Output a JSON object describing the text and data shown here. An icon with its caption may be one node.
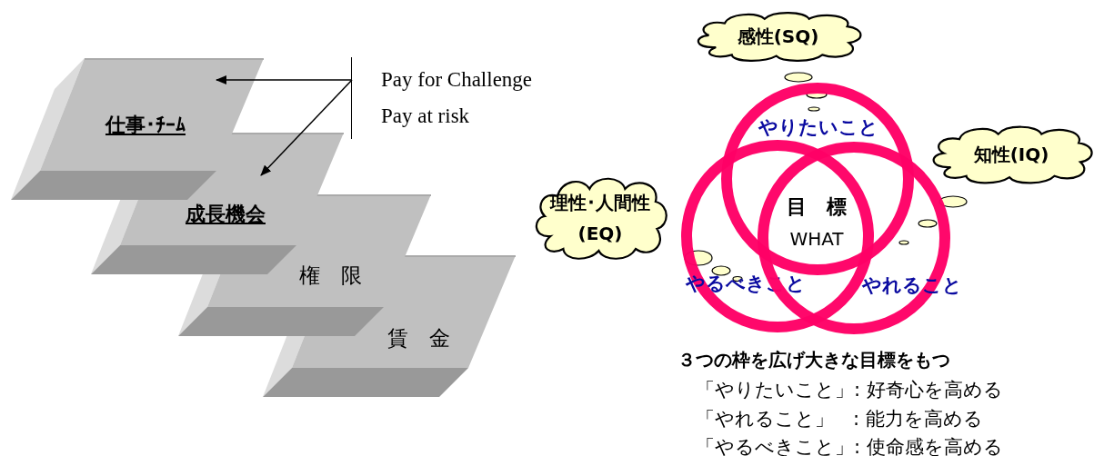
{
  "diagram": {
    "nodes": [
      {
        "text": [
          "仕事･ﾁｰﾑ"
        ]
      },
      {
        "text": [
          "成長機会"
        ]
      },
      {
        "text": [
          "権　限"
        ]
      },
      {
        "text": [
          "賃　金"
        ]
      },
      {
        "text": [
          "Pay for Challenge",
          "Pay at risk"
        ]
      },
      {
        "text": [
          "感性(SQ)"
        ]
      },
      {
        "text": [
          "知性(IQ)"
        ]
      },
      {
        "text": [
          "理性･人間性 (EQ)"
        ]
      },
      {
        "text": [
          "やりたいこと"
        ]
      },
      {
        "text": [
          "やるべきこと"
        ]
      },
      {
        "text": [
          "やれること"
        ]
      }
    ],
    "edges": [
      {
        "from": 4,
        "to": 0,
        "arrow": "to"
      },
      {
        "from": 4,
        "to": 1,
        "arrow": "to"
      }
    ],
    "labels": [
      "目　標",
      "WHAT",
      "３つの枠を広げ大きな目標をもつ",
      "「やりたいこと」: 好奇心を高める",
      "「やれること」　: 能力を高める",
      "「やるべきこと」: 使命感を高める"
    ]
  }
}
